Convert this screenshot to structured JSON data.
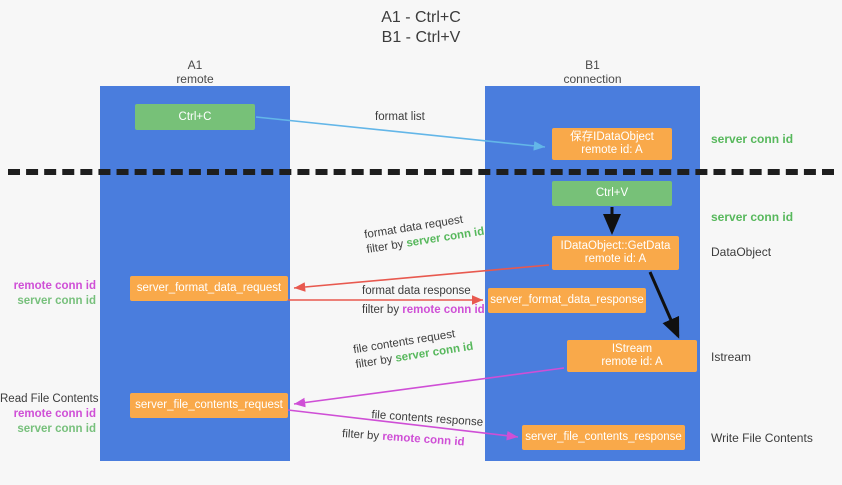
{
  "title": {
    "line1": "A1 - Ctrl+C",
    "line2": "B1 - Ctrl+V"
  },
  "lanes": [
    {
      "id": "a1",
      "name": "A1",
      "role": "remote",
      "color": "#4a7ddd"
    },
    {
      "id": "b1",
      "name": "B1",
      "role": "connection",
      "color": "#4a7ddd"
    }
  ],
  "nodes": {
    "ctrl_c": {
      "label": "Ctrl+C",
      "color": "#77c178"
    },
    "save_dataobject": {
      "line1": "保存IDataObject",
      "line2": "remote id: A",
      "color": "#f9a94a"
    },
    "ctrl_v": {
      "label": "Ctrl+V",
      "color": "#77c178"
    },
    "getdata": {
      "line1": "IDataObject::GetData",
      "line2": "remote id: A",
      "color": "#f9a94a"
    },
    "format_data_request": {
      "label": "server_format_data_request",
      "color": "#f9a94a"
    },
    "format_data_response": {
      "label": "server_format_data_response",
      "color": "#f9a94a"
    },
    "istream": {
      "line1": "IStream",
      "line2": "remote id: A",
      "color": "#f9a94a"
    },
    "file_contents_request": {
      "label": "server_file_contents_request",
      "color": "#f9a94a"
    },
    "file_contents_response": {
      "label": "server_file_contents_response",
      "color": "#f9a94a"
    }
  },
  "annotations": {
    "format_list": {
      "text": "format list"
    },
    "format_data_request": {
      "text": "format data request",
      "filter_prefix": "filter by ",
      "filter_target": "server conn id",
      "filter_color": "#57b85c"
    },
    "format_data_response": {
      "text": "format data response",
      "filter_prefix": "filter by ",
      "filter_target": "remote conn id",
      "filter_color": "#cf4fd6"
    },
    "file_contents_request": {
      "text": "file contents request",
      "filter_prefix": "filter by ",
      "filter_target": "server conn id",
      "filter_color": "#57b85c"
    },
    "file_contents_response": {
      "text": "file contents response",
      "filter_prefix": "filter by ",
      "filter_target": "remote conn id",
      "filter_color": "#cf4fd6"
    }
  },
  "right_labels": [
    {
      "text": "server conn id",
      "kind": "green"
    },
    {
      "text": "server conn id",
      "kind": "green"
    },
    {
      "text": "DataObject",
      "kind": "plain"
    },
    {
      "text": "Istream",
      "kind": "plain"
    },
    {
      "text": "Write File Contents",
      "kind": "plain"
    }
  ],
  "left_labels": {
    "group1": {
      "remote": "remote conn id",
      "server": "server conn id"
    },
    "group2": {
      "heading": "Read File Contents",
      "remote": "remote conn id",
      "server": "server conn id"
    }
  },
  "colors": {
    "lane": "#4a7ddd",
    "green_box": "#77c178",
    "orange_box": "#f9a94a",
    "arrow_blue": "#63b6e8",
    "arrow_red": "#e8594f",
    "arrow_magenta": "#cf4fd6",
    "arrow_dark": "#101010",
    "background": "#f7f7f7"
  }
}
